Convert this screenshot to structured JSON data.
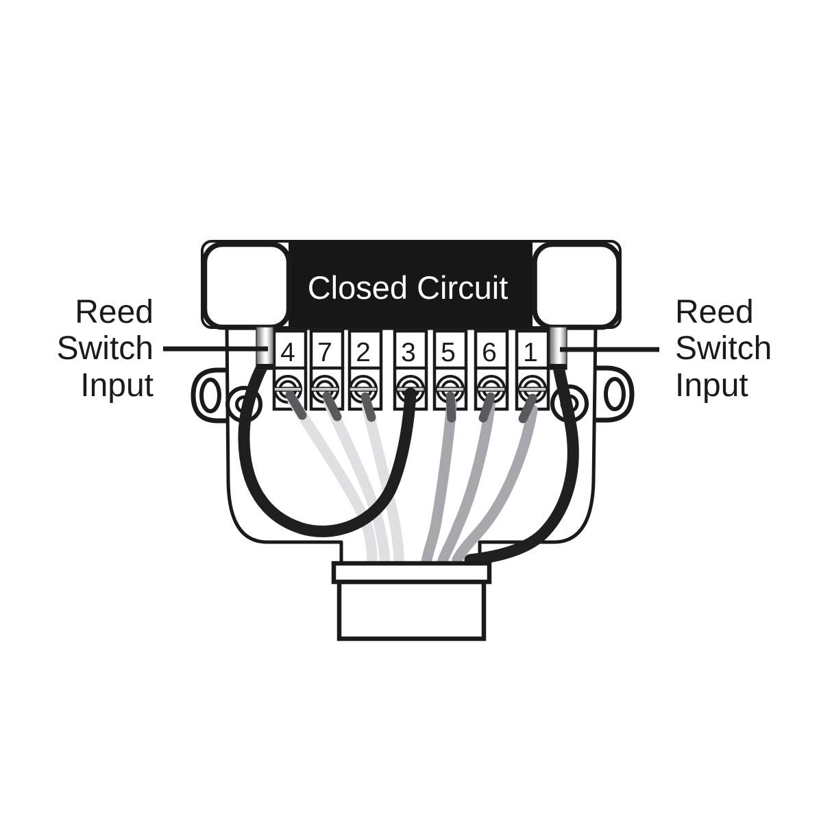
{
  "diagram": {
    "type": "wiring-diagram",
    "band_title": "Closed Circuit",
    "terminals": [
      "4",
      "7",
      "2",
      "3",
      "5",
      "6",
      "1"
    ],
    "labels": {
      "left": {
        "lines": [
          "Reed",
          "Switch",
          "Input"
        ]
      },
      "right": {
        "lines": [
          "Reed",
          "Switch",
          "Input"
        ]
      }
    },
    "colors": {
      "line": "#1a1a1a",
      "band": "#171717",
      "band_text": "#ffffff",
      "wire_black": "#1f1f1f",
      "wire_light": "#e0e0e2",
      "wire_medium": "#a8a8ac",
      "ferrule": "#5a5a5e",
      "screw_slot": "#c9c9c9",
      "background": "#ffffff"
    }
  }
}
